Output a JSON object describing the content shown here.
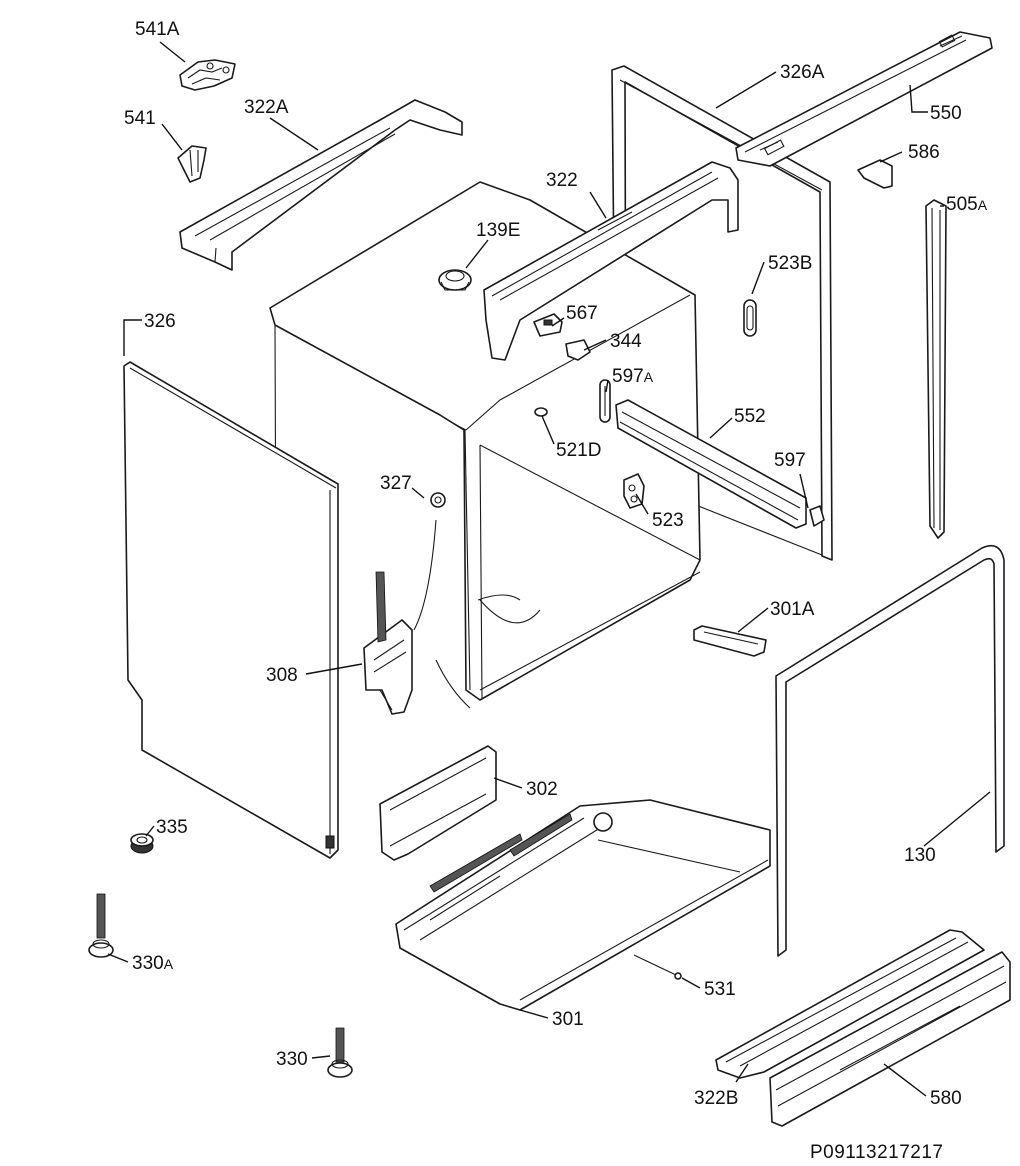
{
  "diagram": {
    "drawing_code": "P09113217217",
    "part_labels": {
      "p541A": "541A",
      "p541": "541",
      "p322A": "322A",
      "p326A": "326A",
      "p550": "550",
      "p586": "586",
      "p505A_num": "505",
      "p505A_suf": "A",
      "p322": "322",
      "p139E": "139E",
      "p523B": "523B",
      "p326": "326",
      "p567": "567",
      "p344": "344",
      "p597A_num": "597",
      "p597A_suf": "A",
      "p552": "552",
      "p521D": "521D",
      "p597": "597",
      "p327": "327",
      "p523": "523",
      "p301A": "301A",
      "p308": "308",
      "p302": "302",
      "p335": "335",
      "p130": "130",
      "p330A_num": "330",
      "p330A_suf": "A",
      "p531": "531",
      "p301": "301",
      "p330": "330",
      "p322B": "322B",
      "p580": "580"
    }
  }
}
